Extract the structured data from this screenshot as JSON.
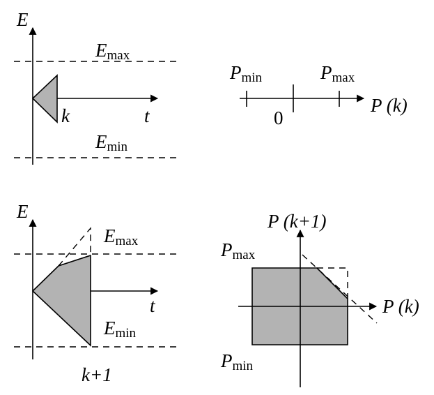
{
  "panel_tl": {
    "y_axis": "E",
    "x_axis": "t",
    "e_max": {
      "main": "E",
      "sub": "max"
    },
    "e_min": {
      "main": "E",
      "sub": "min"
    },
    "step": "k"
  },
  "panel_tr": {
    "p_min": {
      "main": "P",
      "sub": "min"
    },
    "p_max": {
      "main": "P",
      "sub": "max"
    },
    "zero": "0",
    "axis": "P (k)"
  },
  "panel_bl": {
    "y_axis": "E",
    "x_axis": "t",
    "e_max": {
      "main": "E",
      "sub": "max"
    },
    "e_min": {
      "main": "E",
      "sub": "min"
    },
    "step": "k+1"
  },
  "panel_br": {
    "v_axis": "P (k+1)",
    "h_axis": "P (k)",
    "p_max": {
      "main": "P",
      "sub": "max"
    },
    "p_min": {
      "main": "P",
      "sub": "min"
    }
  }
}
